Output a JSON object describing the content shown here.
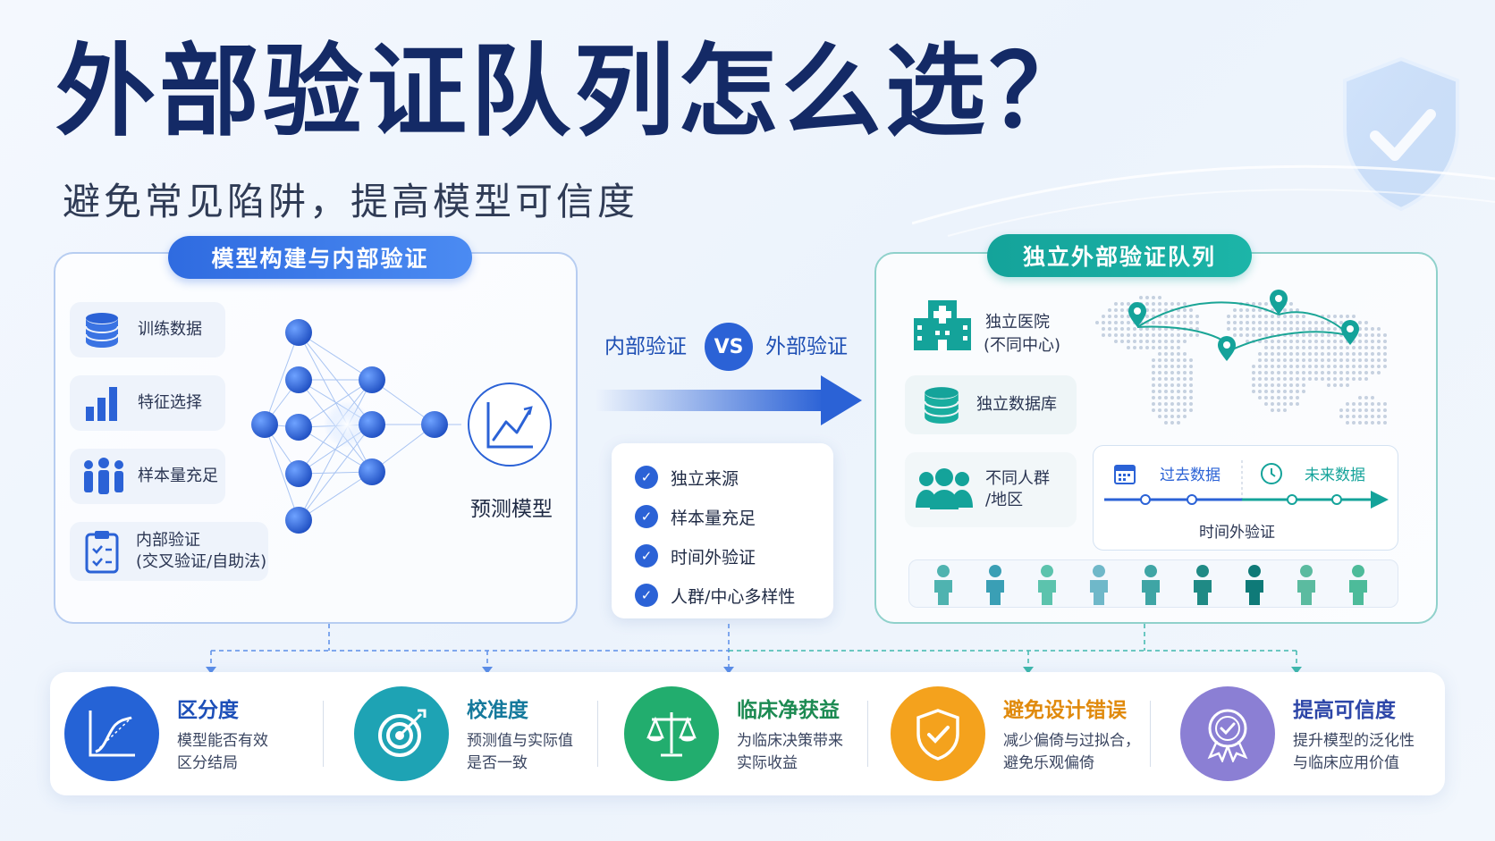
{
  "header": {
    "title": "外部验证队列怎么选？",
    "subtitle": "避免常见陷阱，提高模型可信度"
  },
  "left_panel": {
    "title": "模型构建与内部验证",
    "items": [
      {
        "icon": "database-icon",
        "label": "训练数据"
      },
      {
        "icon": "bar-chart-icon",
        "label": "特征选择"
      },
      {
        "icon": "people-group-icon",
        "label": "样本量充足"
      },
      {
        "icon": "clipboard-check-icon",
        "label": "内部验证",
        "label2": "(交叉验证/自助法)"
      }
    ],
    "model_label": "预测模型"
  },
  "middle": {
    "left_label": "内部验证",
    "vs_label": "VS",
    "right_label": "外部验证",
    "checklist": [
      "独立来源",
      "样本量充足",
      "时间外验证",
      "人群/中心多样性"
    ]
  },
  "right_panel": {
    "title": "独立外部验证队列",
    "hospital": {
      "line1": "独立医院",
      "line2": "(不同中心)"
    },
    "database": "独立数据库",
    "population": {
      "line1": "不同人群",
      "line2": "/地区"
    },
    "timeline": {
      "past": "过去数据",
      "future": "未来数据",
      "caption": "时间外验证"
    }
  },
  "metrics": [
    {
      "title": "区分度",
      "line1": "模型能否有效",
      "line2": "区分结局",
      "color": "#2563d6",
      "title_color": "#1d4fb8",
      "icon": "curve-chart-icon"
    },
    {
      "title": "校准度",
      "line1": "预测值与实际值",
      "line2": "是否一致",
      "color": "#1ea3b4",
      "title_color": "#15799c",
      "icon": "target-icon"
    },
    {
      "title": "临床净获益",
      "line1": "为临床决策带来",
      "line2": "实际收益",
      "color": "#22ad6e",
      "title_color": "#1c8a52",
      "icon": "scale-icon"
    },
    {
      "title": "避免设计错误",
      "line1": "减少偏倚与过拟合，",
      "line2": "避免乐观偏倚",
      "color": "#f4a21d",
      "title_color": "#e08a0c",
      "icon": "shield-check-icon"
    },
    {
      "title": "提高可信度",
      "line1": "提升模型的泛化性",
      "line2": "与临床应用价值",
      "color": "#8b7fd4",
      "title_color": "#2d46a8",
      "icon": "medal-icon"
    }
  ],
  "colors": {
    "primary": "#2b62d6",
    "teal": "#14a39a",
    "title": "#142a66"
  }
}
